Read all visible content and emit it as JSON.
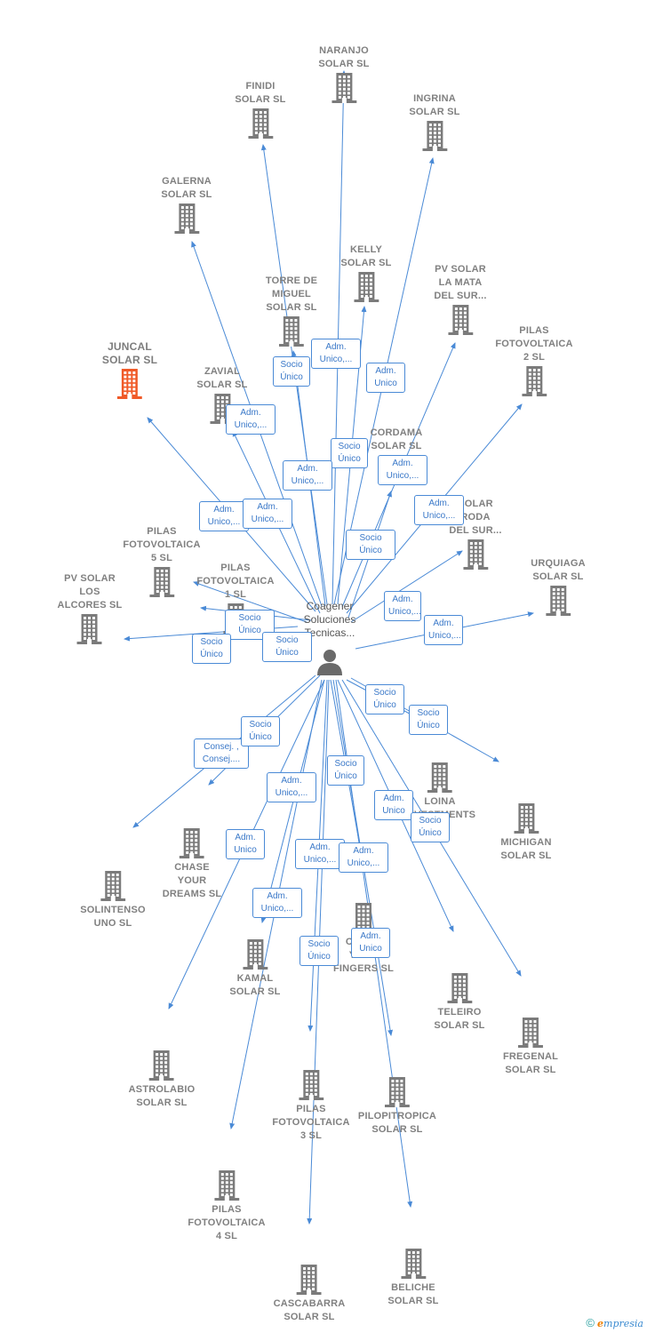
{
  "center": {
    "label": "Coagener\nSoluciones\nTecnicas...",
    "icon": "person-icon"
  },
  "companies": [
    {
      "id": "naranjo",
      "label": "NARANJO\nSOLAR  SL",
      "icon": "building-icon"
    },
    {
      "id": "finidi",
      "label": "FINIDI\nSOLAR  SL",
      "icon": "building-icon"
    },
    {
      "id": "ingrina",
      "label": "INGRINA\nSOLAR  SL",
      "icon": "building-icon"
    },
    {
      "id": "galerna",
      "label": "GALERNA\nSOLAR  SL",
      "icon": "building-icon"
    },
    {
      "id": "kelly",
      "label": "KELLY\nSOLAR  SL",
      "icon": "building-icon"
    },
    {
      "id": "torre",
      "label": "TORRE DE\nMIGUEL\nSOLAR SL",
      "icon": "building-icon"
    },
    {
      "id": "pvmata",
      "label": "PV SOLAR\nLA MATA\nDEL SUR...",
      "icon": "building-icon"
    },
    {
      "id": "juncal",
      "label": "JUNCAL\nSOLAR  SL",
      "icon": "building-icon",
      "highlight": true
    },
    {
      "id": "pilas2",
      "label": "PILAS\nFOTOVOLTAICA\n2  SL",
      "icon": "building-icon"
    },
    {
      "id": "zavial",
      "label": "ZAVIAL\nSOLAR  SL",
      "icon": "building-icon"
    },
    {
      "id": "cordama",
      "label": "CORDAMA\nSOLAR  SL",
      "icon": "building-icon"
    },
    {
      "id": "solarroda",
      "label": "SOLAR\nRODA\nDEL SUR...",
      "icon": "building-icon"
    },
    {
      "id": "pilas5",
      "label": "PILAS\nFOTOVOLTAICA\n5  SL",
      "icon": "building-icon"
    },
    {
      "id": "urquiaga",
      "label": "URQUIAGA\nSOLAR  SL",
      "icon": "building-icon"
    },
    {
      "id": "pilas1",
      "label": "PILAS\nFOTOVOLTAICA\n1  SL",
      "icon": "building-icon"
    },
    {
      "id": "pvalcores",
      "label": "PV SOLAR\nLOS\nALCORES  SL",
      "icon": "building-icon"
    },
    {
      "id": "loina",
      "label": "LOINA\nINVESTMENTS\nSL",
      "icon": "building-icon"
    },
    {
      "id": "michigan",
      "label": "MICHIGAN\nSOLAR  SL",
      "icon": "building-icon"
    },
    {
      "id": "chase",
      "label": "CHASE\nYOUR\nDREAMS  SL",
      "icon": "building-icon"
    },
    {
      "id": "solintenso",
      "label": "SOLINTENSO\nUNO  SL",
      "icon": "building-icon"
    },
    {
      "id": "cross",
      "label": "CROSS\nYOUR\nFINGERS SL",
      "icon": "building-icon"
    },
    {
      "id": "kamal",
      "label": "KAMAL\nSOLAR  SL",
      "icon": "building-icon"
    },
    {
      "id": "teleiro",
      "label": "TELEIRO\nSOLAR  SL",
      "icon": "building-icon"
    },
    {
      "id": "fregenal",
      "label": "FREGENAL\nSOLAR  SL",
      "icon": "building-icon"
    },
    {
      "id": "astrolabio",
      "label": "ASTROLABIO\nSOLAR  SL",
      "icon": "building-icon"
    },
    {
      "id": "pilas3",
      "label": "PILAS\nFOTOVOLTAICA\n3  SL",
      "icon": "building-icon"
    },
    {
      "id": "pilopitropica",
      "label": "PILOPITROPICA\nSOLAR  SL",
      "icon": "building-icon"
    },
    {
      "id": "pilas4",
      "label": "PILAS\nFOTOVOLTAICA\n4  SL",
      "icon": "building-icon"
    },
    {
      "id": "cascabarra",
      "label": "CASCABARRA\nSOLAR  SL",
      "icon": "building-icon"
    },
    {
      "id": "beliche",
      "label": "BELICHE\nSOLAR  SL",
      "icon": "building-icon"
    }
  ],
  "relations": [
    {
      "label": "Socio\nÚnico"
    },
    {
      "label": "Adm.\nUnico,..."
    },
    {
      "label": "Adm.\nUnico"
    },
    {
      "label": "Adm.\nUnico,..."
    },
    {
      "label": "Socio\nÚnico"
    },
    {
      "label": "Adm.\nUnico,..."
    },
    {
      "label": "Adm.\nUnico,..."
    },
    {
      "label": "Adm.\nUnico,..."
    },
    {
      "label": "Adm.\nUnico,..."
    },
    {
      "label": "Adm.\nUnico,..."
    },
    {
      "label": "Socio\nÚnico"
    },
    {
      "label": "Adm.\nUnico,..."
    },
    {
      "label": "Socio\nÚnico"
    },
    {
      "label": "Adm.\nUnico,..."
    },
    {
      "label": "Socio\nÚnico"
    },
    {
      "label": "Socio\nÚnico"
    },
    {
      "label": "Socio\nÚnico"
    },
    {
      "label": "Socio\nÚnico"
    },
    {
      "label": "Consej. ,\nConsej...."
    },
    {
      "label": "Adm.\nUnico,..."
    },
    {
      "label": "Socio\nÚnico"
    },
    {
      "label": "Adm.\nUnico"
    },
    {
      "label": "Adm.\nUnico"
    },
    {
      "label": "Socio\nÚnico"
    },
    {
      "label": "Adm.\nUnico,..."
    },
    {
      "label": "Adm.\nUnico,..."
    },
    {
      "label": "Adm.\nUnico,..."
    },
    {
      "label": "Socio\nÚnico"
    },
    {
      "label": "Adm.\nUnico"
    }
  ],
  "footer": {
    "copyright": "©",
    "brand_e": "e",
    "brand_rest": "mpresia"
  },
  "colors": {
    "edge": "#4a8ad6",
    "node": "#7b7b7b",
    "highlight": "#f05a28",
    "center": "#6a6a6a"
  }
}
